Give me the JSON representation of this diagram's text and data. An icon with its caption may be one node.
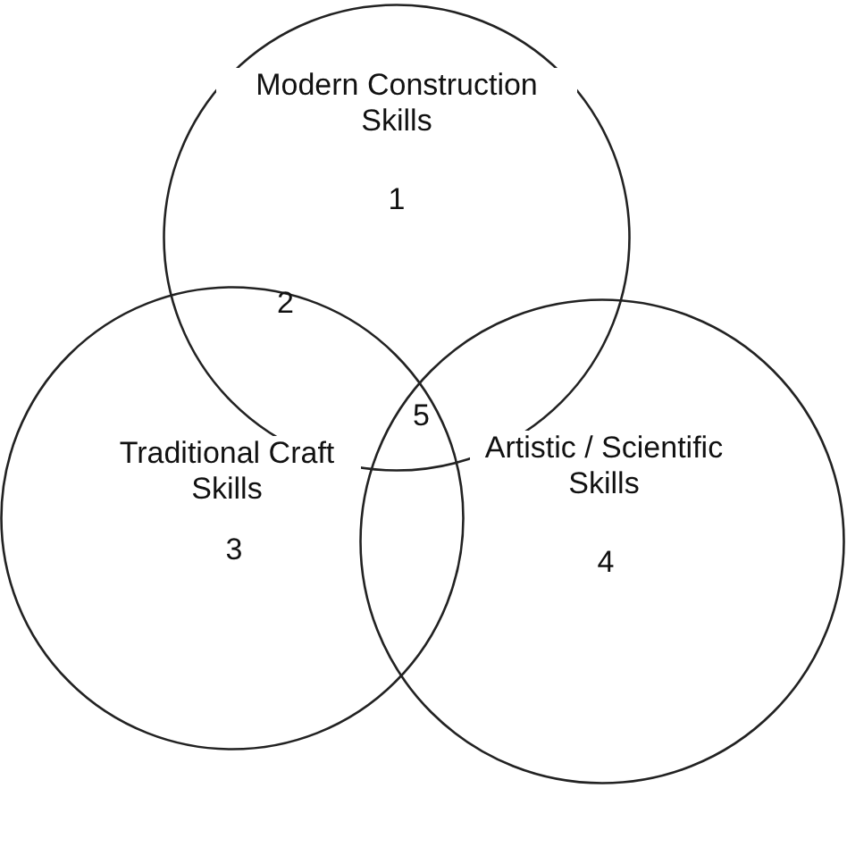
{
  "diagram": {
    "nodes": [
      {
        "text": [
          "Modern Construction Skills",
          "1"
        ]
      },
      {
        "text": [
          "Traditional Craft Skills",
          "3"
        ]
      },
      {
        "text": [
          "Artistic / Scientific Skills",
          "4"
        ]
      }
    ],
    "edges": [],
    "labels": [
      "2",
      "5"
    ]
  }
}
